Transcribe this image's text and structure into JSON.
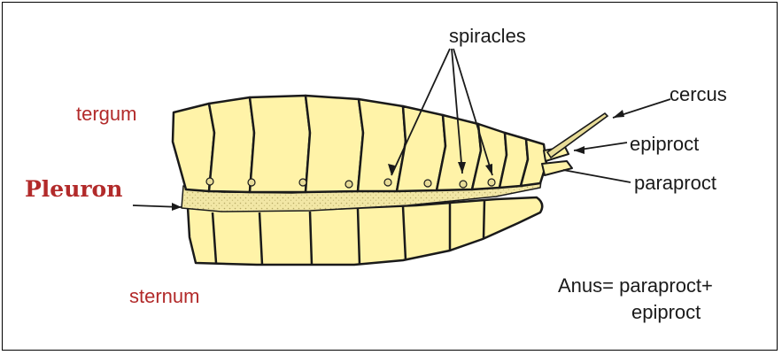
{
  "labels": {
    "spiracles": "spiracles",
    "cercus": "cercus",
    "epiproct": "epiproct",
    "paraproct": "paraproct",
    "tergum": "tergum",
    "pleuron": "Pleuron",
    "sternum": "sternum",
    "anus_line1": "Anus= paraproct+",
    "anus_line2": "epiproct"
  },
  "colors": {
    "segment_fill": "#fff3a8",
    "pleuron_fill": "#f2e7a6",
    "outline": "#1a1a1a",
    "red_label": "#b22a2a",
    "text": "#1a1a1a"
  }
}
